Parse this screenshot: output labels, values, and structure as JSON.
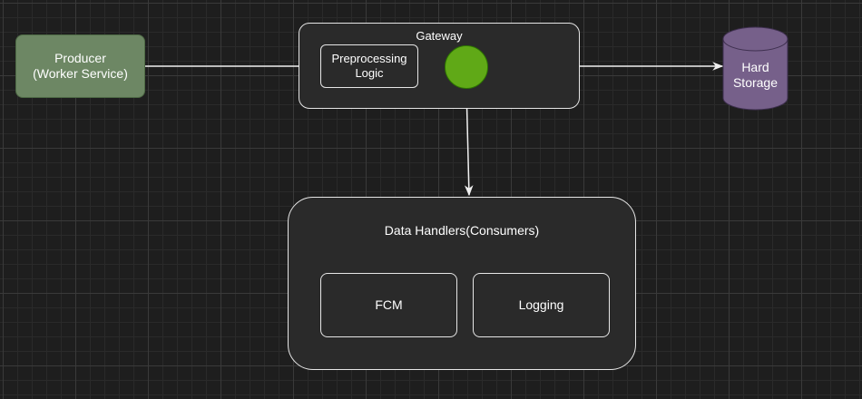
{
  "nodes": {
    "producer": {
      "label": "Producer\n(Worker Service)"
    },
    "gateway": {
      "label": "Gateway"
    },
    "preprocessing": {
      "label": "Preprocessing\nLogic"
    },
    "storage": {
      "label": "Hard\nStorage"
    },
    "handlers": {
      "label": "Data Handlers(Consumers)"
    },
    "fcm": {
      "label": "FCM"
    },
    "logging": {
      "label": "Logging"
    }
  },
  "colors": {
    "background": "#1e1e1e",
    "producer_fill": "#6d8764",
    "router_fill": "#60a917",
    "storage_fill": "#76608a",
    "stroke": "#e6e6e6",
    "text": "#ffffff"
  },
  "edges": [
    {
      "from": "producer",
      "to": "preprocessing"
    },
    {
      "from": "router",
      "to": "storage"
    },
    {
      "from": "router",
      "to": "handlers"
    }
  ]
}
